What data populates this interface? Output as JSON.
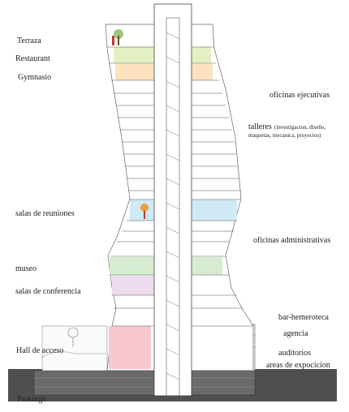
{
  "labels": {
    "terraza": "Terraza",
    "restaurant": "Restaurant",
    "gymnasio": "Gymnasio",
    "oficinas_ejecutivas": "oficinas ejecutivas",
    "talleres": "talleres",
    "talleres_detail_1": "(investigacion, diseño,",
    "talleres_detail_2": "maquetas, mecanica, proyectos)",
    "salas_reuniones": "salas de reuniones",
    "oficinas_administrativas": "oficinas administrativas",
    "museo": "museo",
    "salas_conferencia": "salas de conferencia",
    "bar_hemeroteca": "bar-hemeroteca",
    "agencia": "agencia",
    "hall_acceso": "Hall de acceso",
    "auditorios": "auditorios",
    "areas_expocicion": "areas de expocicion",
    "parkings": "Parkings"
  },
  "colors": {
    "restaurant": "#e3f0c2",
    "gymnasio": "#fde2bf",
    "salas_reuniones": "#cfe9f5",
    "museo": "#d6ecd0",
    "salas_conferencia": "#ecdcee",
    "hall_acceso": "#f7c7d0",
    "auditorios": "#ccccf2",
    "ground": "#4f4f4f",
    "line": "#555555"
  }
}
